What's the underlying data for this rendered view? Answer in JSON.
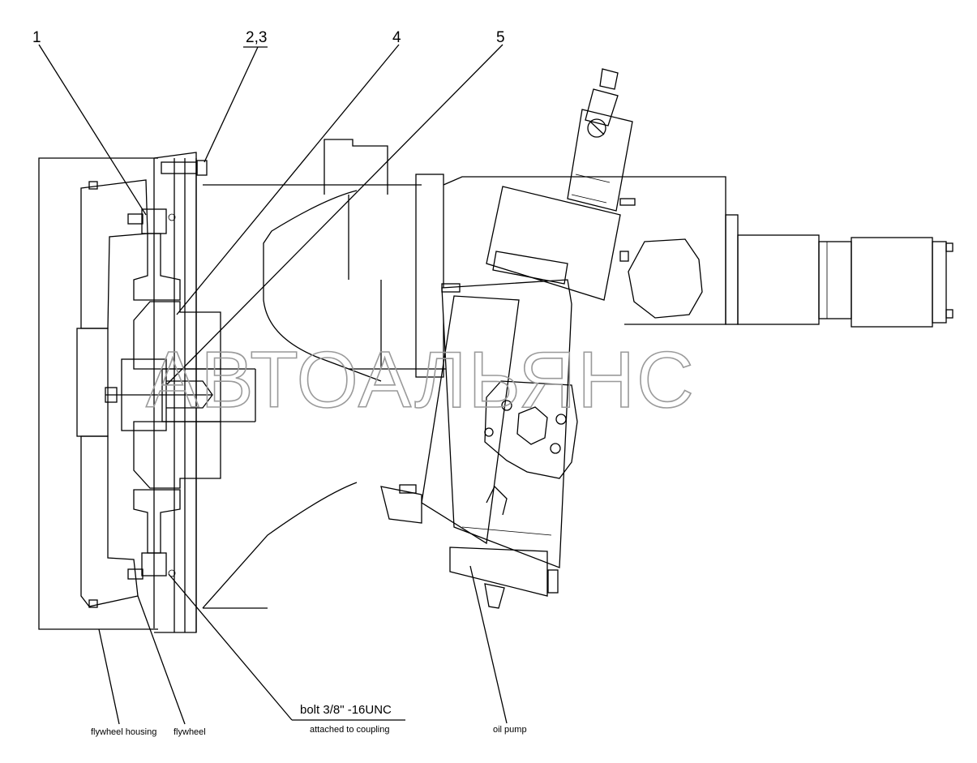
{
  "callouts": {
    "c1": "1",
    "c23": "2,3",
    "c4": "4",
    "c5": "5"
  },
  "labels": {
    "flywheel_housing": "flywheel housing",
    "flywheel": "flywheel",
    "bolt_spec": "bolt 3/8\"  -16UNC",
    "attached": "attached to coupling",
    "oil_pump": "oil pump"
  },
  "watermark": "АВТОАЛЬЯНС"
}
